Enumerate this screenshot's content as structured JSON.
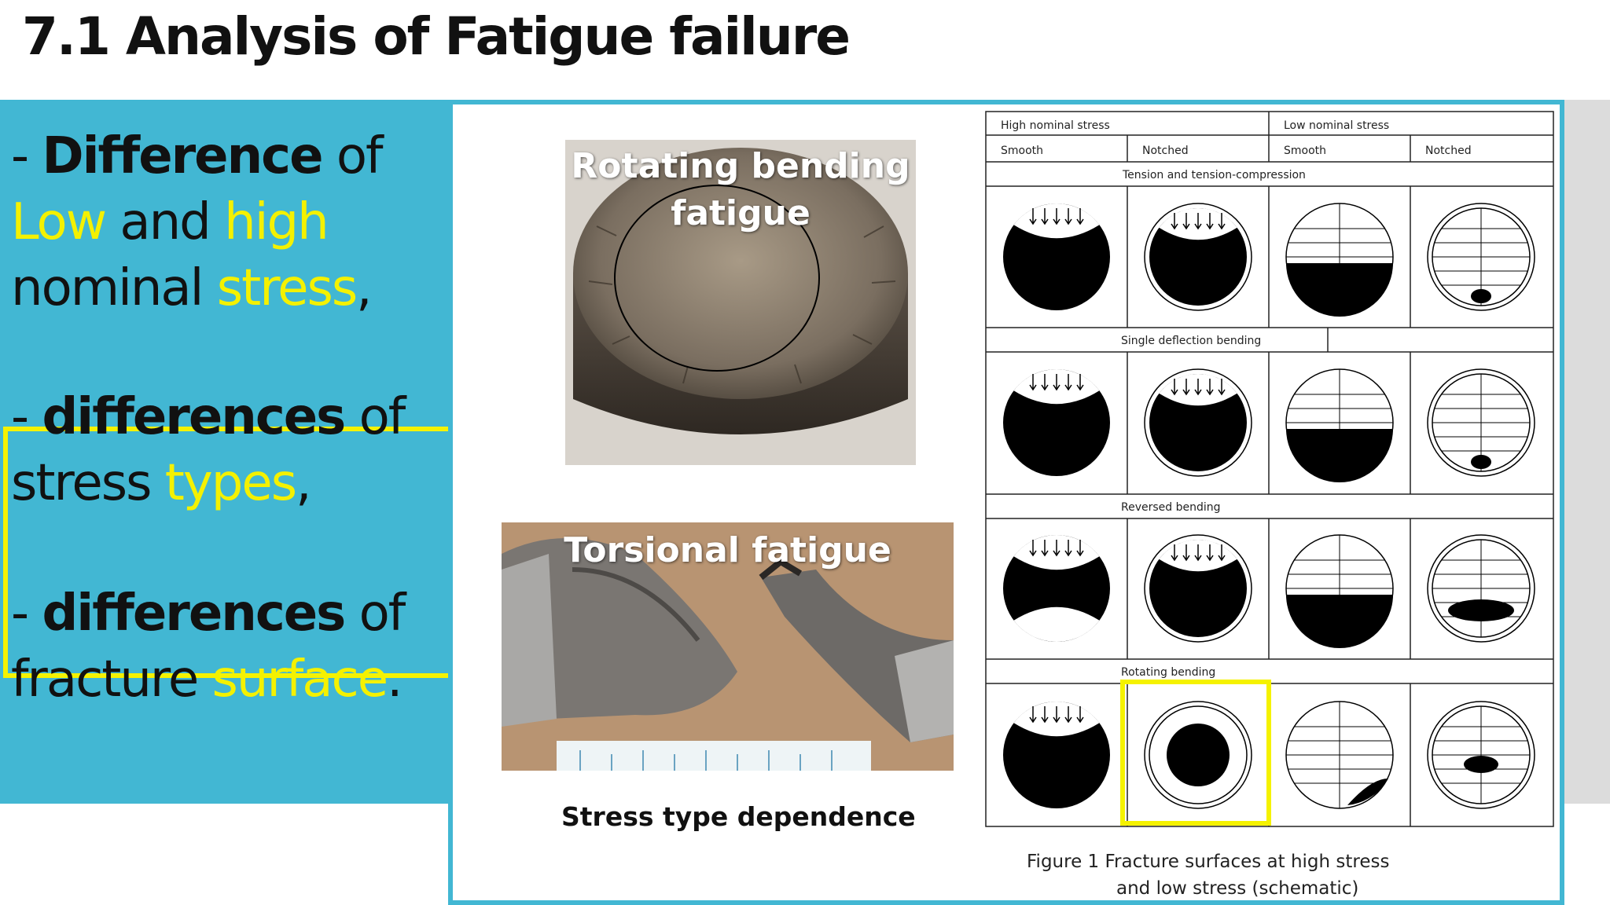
{
  "title": "7.1 Analysis of Fatigue failure",
  "bullets": {
    "b1": {
      "dash": "- ",
      "bold": "Difference",
      "of": " of",
      "low": "Low",
      "and": " and ",
      "high": "high",
      "nominal": "nominal ",
      "stress": "stress",
      "comma": ","
    },
    "b2": {
      "dash": "- ",
      "bold": "differences",
      "of": " of",
      "stress": "stress ",
      "types": "types",
      "comma": ","
    },
    "b3": {
      "dash": "- ",
      "bold": "differences",
      "of": " of",
      "fracture": "fracture ",
      "surface": "surface",
      "period": "."
    }
  },
  "photos": {
    "rotating": {
      "caption_line1": "Rotating bending",
      "caption_line2": "fatigue"
    },
    "torsional": {
      "caption": "Torsional fatigue"
    },
    "stress_caption": "Stress type dependence"
  },
  "figure": {
    "header": {
      "high": "High nominal stress",
      "low": "Low nominal stress"
    },
    "subheader": [
      "Smooth",
      "Notched",
      "Smooth",
      "Notched"
    ],
    "sections": [
      "Tension and tension-compression",
      "Single deflection bending",
      "Reversed bending",
      "Rotating bending"
    ],
    "caption_line1": "Figure 1   Fracture surfaces at high stress",
    "caption_line2": "and low stress (schematic)"
  },
  "colors": {
    "panel": "#42b7d3",
    "highlight": "#f5f200",
    "frame": "#42b7d3",
    "gray": "#dcdcdc"
  }
}
